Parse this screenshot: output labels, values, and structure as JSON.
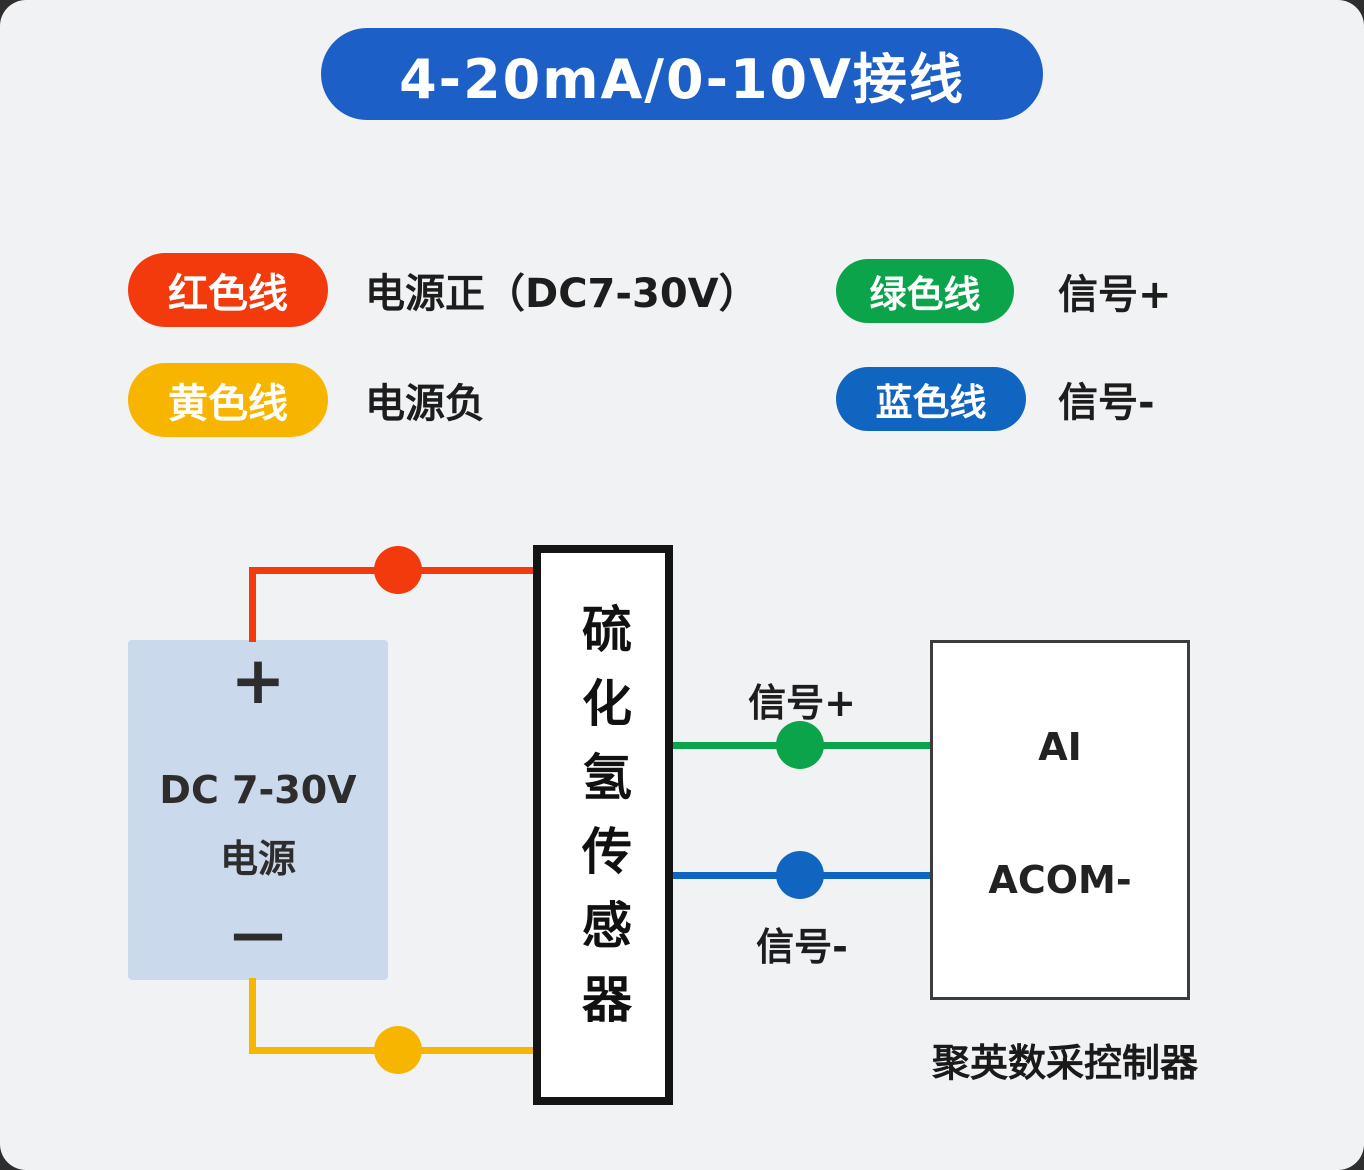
{
  "colors": {
    "title_bg": "#1c5fc6",
    "red": "#f23a0c",
    "yellow": "#f8b500",
    "green": "#0ba44a",
    "blue": "#1065c1",
    "power_box_bg": "#cbd9ec"
  },
  "title": "4-20mA/0-10V接线",
  "legend": {
    "red": {
      "label": "红色线",
      "desc": "电源正（DC7-30V）"
    },
    "yellow": {
      "label": "黄色线",
      "desc": "电源负"
    },
    "green": {
      "label": "绿色线",
      "desc": "信号+"
    },
    "blue": {
      "label": "蓝色线",
      "desc": "信号-"
    }
  },
  "diagram": {
    "power": {
      "plus": "+",
      "name_line1": "DC 7-30V",
      "name_line2": "电源",
      "minus": "—"
    },
    "sensor_label": "硫化氢传感器",
    "controller": {
      "terminal_ai": "AI",
      "terminal_acom": "ACOM-",
      "caption": "聚英数采控制器"
    },
    "labels": {
      "signal_plus": "信号+",
      "signal_minus": "信号-"
    }
  }
}
